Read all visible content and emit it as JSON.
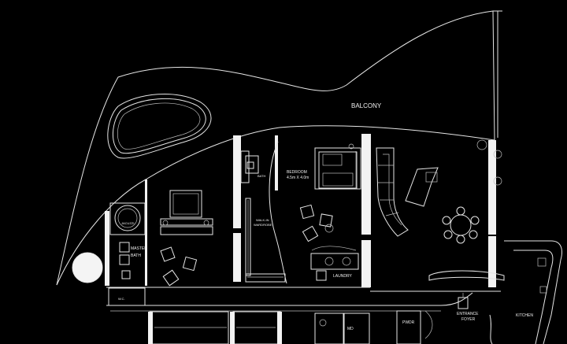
{
  "labels": {
    "balcony": "BALCONY",
    "bath_upper": "BATH",
    "walkin_line1": "WALK-IN",
    "walkin_line2": "WARDROBE",
    "bedroom_line1": "BEDROOM",
    "bedroom_line2": "4.5m X 4.0m",
    "jacuzzi": "JACUZZI",
    "master": "MASTER",
    "bath_lower": "BATH",
    "laundry": "LAUNDRY",
    "wc": "W.C.",
    "entrance_line1": "ENTRANCE",
    "entrance_line2": "FOYER",
    "kitchen": "KITCHEN",
    "md": "MD",
    "pwdr": "PWDR"
  }
}
